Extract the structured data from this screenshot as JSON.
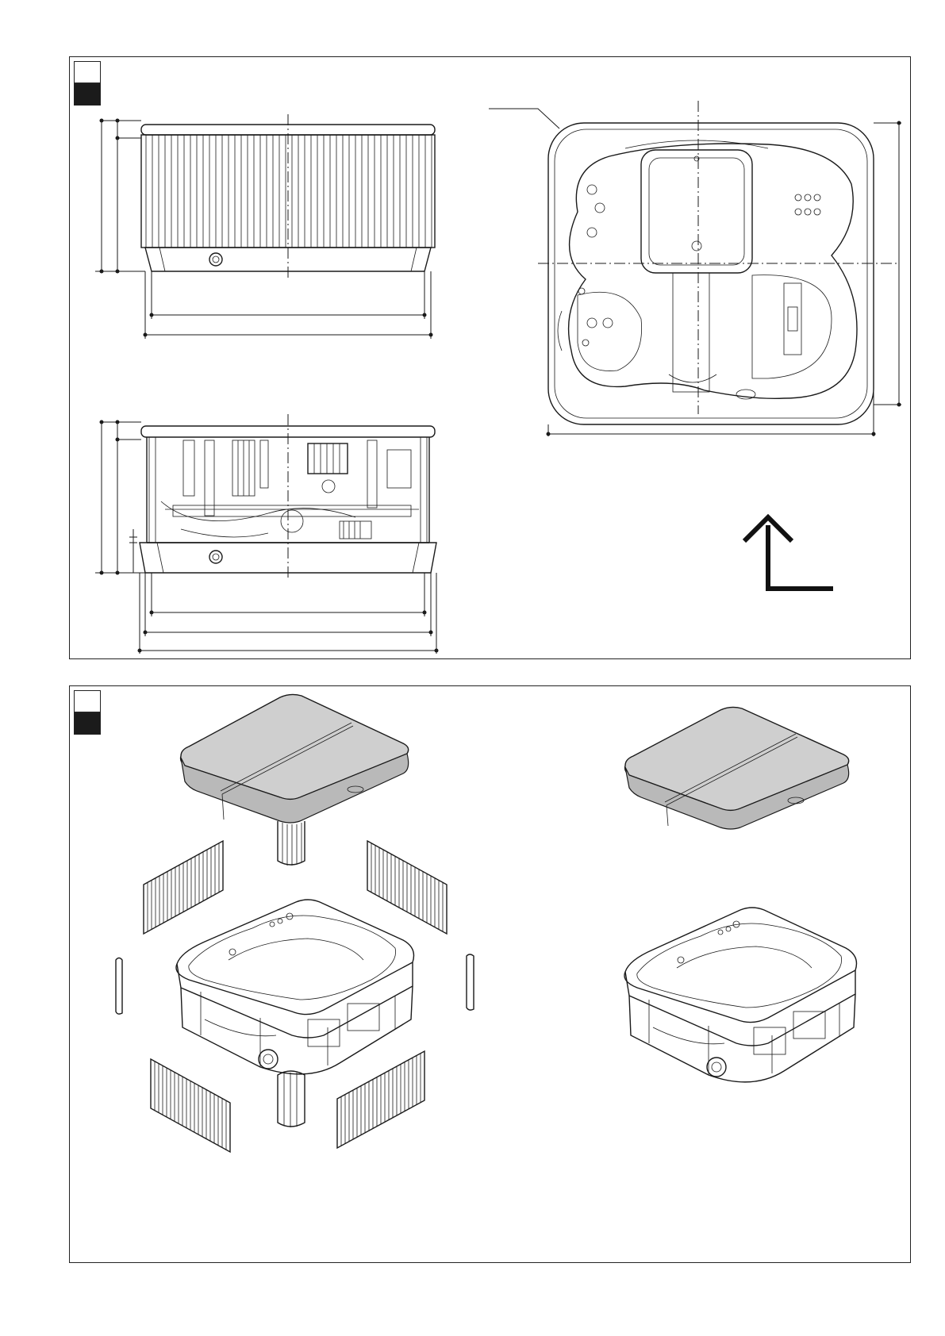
{
  "panels": [
    {
      "id": "top",
      "views": [
        "side-elevation-clad",
        "side-elevation-frame",
        "plan-view",
        "return-arrow"
      ]
    },
    {
      "id": "bottom",
      "views": [
        "exploded-assembly",
        "assembled-view"
      ]
    }
  ],
  "colors": {
    "line": "#1a1a1a",
    "cover": "#cfcfcf",
    "tab_dark": "#1b1b1b"
  },
  "icons": [
    "return-arrow-icon"
  ]
}
